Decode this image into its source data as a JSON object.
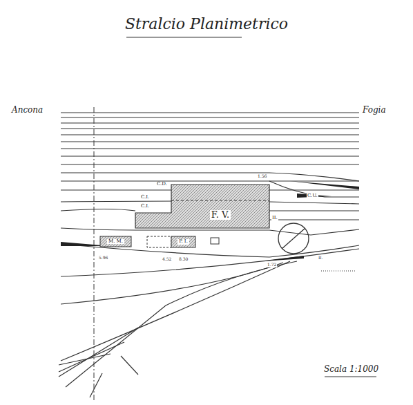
{
  "diagram": {
    "title": "Stralcio Planimetrico",
    "nodes": [
      {
        "text": [
          "F. V."
        ]
      },
      {
        "text": [
          "M. M."
        ]
      },
      {
        "text": [
          "P. I."
        ]
      }
    ],
    "labels": [
      "Ancona",
      "Fogia",
      "Scala 1:1000",
      "C.D.",
      "C.I.",
      "C.I.",
      "C.U.",
      "II.",
      "5.96",
      "4.52",
      "8.30",
      "1.56",
      "II.",
      "1.72"
    ]
  }
}
